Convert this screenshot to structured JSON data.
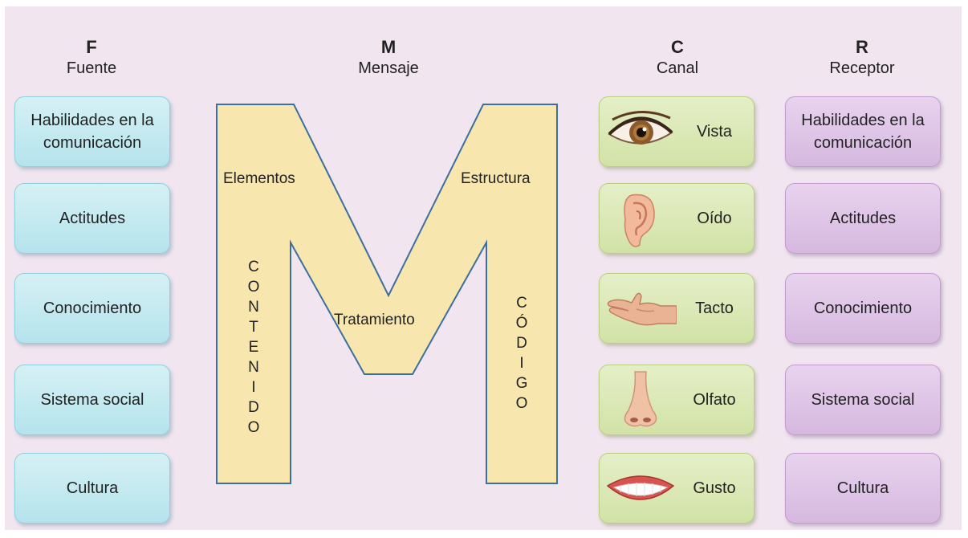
{
  "columns": {
    "fuente": {
      "letter": "F",
      "word": "Fuente",
      "items": [
        "Habilidades en la comunicación",
        "Actitudes",
        "Conocimiento",
        "Sistema social",
        "Cultura"
      ]
    },
    "mensaje": {
      "letter": "M",
      "word": "Mensaje",
      "labels": {
        "elementos": "Elementos",
        "estructura": "Estructura",
        "tratamiento": "Tratamiento",
        "contenido": [
          "C",
          "O",
          "N",
          "T",
          "E",
          "N",
          "I",
          "D",
          "O"
        ],
        "codigo": [
          "C",
          "Ó",
          "D",
          "I",
          "G",
          "O"
        ]
      }
    },
    "canal": {
      "letter": "C",
      "word": "Canal",
      "items": [
        {
          "label": "Vista",
          "icon": "eye-icon"
        },
        {
          "label": "Oído",
          "icon": "ear-icon"
        },
        {
          "label": "Tacto",
          "icon": "hand-icon"
        },
        {
          "label": "Olfato",
          "icon": "nose-icon"
        },
        {
          "label": "Gusto",
          "icon": "mouth-icon"
        }
      ]
    },
    "receptor": {
      "letter": "R",
      "word": "Receptor",
      "items": [
        "Habilidades en la comunicación",
        "Actitudes",
        "Conocimiento",
        "Sistema social",
        "Cultura"
      ]
    }
  },
  "colors": {
    "background": "#f1e6ef",
    "fuente": "#c6eaf1",
    "receptor": "#dfc5e6",
    "canal": "#dbe8b7",
    "m_fill": "#f7e6ad",
    "m_stroke": "#3b6fa0"
  }
}
